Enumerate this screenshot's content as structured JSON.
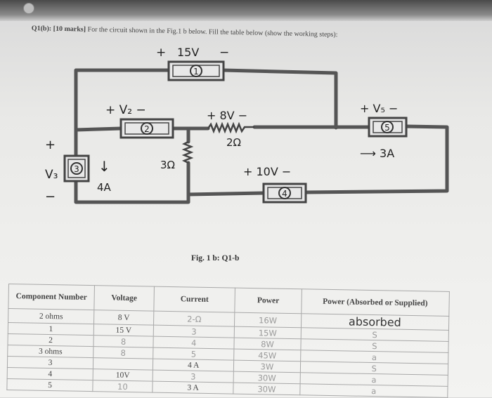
{
  "question": {
    "prefix": "Q1(b): [10 marks]",
    "text": "For the circuit shown in the Fig.1 b below. Fill the table below (show the working steps):"
  },
  "figure": {
    "caption": "Fig. 1 b: Q1-b",
    "components": [
      "1",
      "2",
      "3",
      "4",
      "5"
    ],
    "labels": {
      "top_plus": "+",
      "top_v": "15V",
      "top_minus": "−",
      "v2": "+ V₂ −",
      "v8": "+ 8V −",
      "r2": "2Ω",
      "r3": "3Ω",
      "v3_plus": "+",
      "v3": "V₃",
      "v3_minus": "−",
      "i4": "4A",
      "arrow_down": "↓",
      "v10": "+ 10V −",
      "v5": "+ V₅ −",
      "i3": "⟶ 3A"
    }
  },
  "table": {
    "headers": [
      "Component Number",
      "Voltage",
      "Current",
      "Power",
      "Power (Absorbed or Supplied)"
    ],
    "rows": [
      {
        "component": "2 ohms",
        "voltage": "8 V",
        "current": "2-Ω",
        "power": "16W",
        "status": "absorbed"
      },
      {
        "component": "1",
        "voltage": "15 V",
        "current": "3",
        "power": "15W",
        "status": "S"
      },
      {
        "component": "2",
        "voltage": "8",
        "current": "4",
        "power": "8W",
        "status": "S"
      },
      {
        "component": "3 ohms",
        "voltage": "8",
        "current": "5",
        "power": "45W",
        "status": "a"
      },
      {
        "component": "3",
        "voltage": "",
        "current": "4 A",
        "power": "3W",
        "status": "S"
      },
      {
        "component": "4",
        "voltage": "10V",
        "current": "3",
        "power": "30W",
        "status": "a"
      },
      {
        "component": "5",
        "voltage": "10",
        "current": "3 A",
        "power": "30W",
        "status": "a"
      }
    ]
  }
}
